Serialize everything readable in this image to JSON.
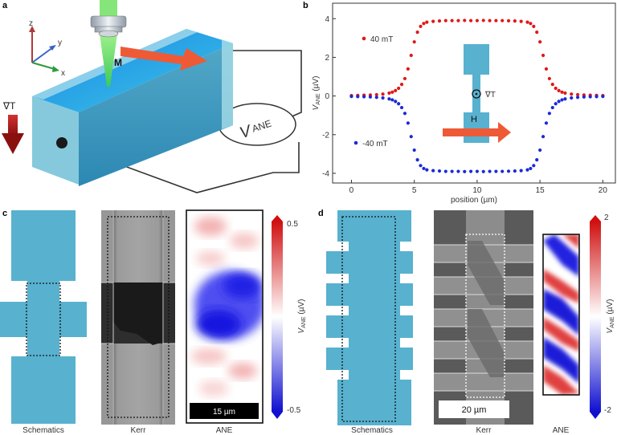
{
  "panel_a": {
    "label": "a",
    "axis_z": "z",
    "axis_y": "y",
    "axis_x": "x",
    "magnetization": "M",
    "gradient": "∇T",
    "voltmeter": "V",
    "voltmeter_sub": "ANE"
  },
  "panel_b": {
    "label": "b",
    "legend_pos": "40 mT",
    "legend_neg": "-40 mT",
    "inset_grad": "∇T",
    "inset_field": "H"
  },
  "panel_c": {
    "label": "c",
    "cap_schematics": "Schematics",
    "cap_kerr": "Kerr",
    "cap_ane": "ANE",
    "scalebar": "15 µm",
    "cb_max": "0.5",
    "cb_min": "-0.5",
    "cb_label": "V",
    "cb_label_sub": "ANE",
    "cb_label_unit": " (µV)"
  },
  "panel_d": {
    "label": "d",
    "cap_schematics": "Schematics",
    "cap_kerr": "Kerr",
    "cap_ane": "ANE",
    "scalebar": "20 µm",
    "cb_max": "2",
    "cb_min": "-2",
    "cb_label": "V",
    "cb_label_sub": "ANE",
    "cb_label_unit": " (µV)"
  },
  "colors": {
    "blue_device": "#58b1cf",
    "red_series": "#e01818",
    "blue_series": "#1a2ad6",
    "arrow_orange": "#ee5a36"
  },
  "chart_data": {
    "type": "scatter",
    "xlabel": "position (µm)",
    "ylabel": "V",
    "ylabel_sub": "ANE",
    "ylabel_unit": " (µV)",
    "xlim": [
      -1.5,
      21
    ],
    "ylim": [
      -4.5,
      4.8
    ],
    "xticks": [
      0,
      5,
      10,
      15,
      20
    ],
    "yticks": [
      -4,
      -2,
      0,
      2,
      4
    ],
    "grid": false,
    "legend": "left",
    "series": [
      {
        "name": "40 mT",
        "color": "#e01818",
        "x": [
          0,
          0.5,
          1,
          1.5,
          2,
          2.5,
          3,
          3.25,
          3.5,
          3.75,
          4,
          4.25,
          4.5,
          4.75,
          5,
          5.25,
          5.5,
          5.75,
          6,
          6.5,
          7,
          7.5,
          8,
          8.5,
          9,
          9.5,
          10,
          10.5,
          11,
          11.5,
          12,
          12.5,
          13,
          13.5,
          14,
          14.25,
          14.5,
          14.75,
          15,
          15.25,
          15.5,
          15.75,
          16,
          16.25,
          16.5,
          16.75,
          17,
          17.5,
          18,
          18.5,
          19,
          19.5,
          20
        ],
        "y": [
          0.02,
          0.03,
          0.04,
          0.05,
          0.07,
          0.1,
          0.15,
          0.2,
          0.28,
          0.4,
          0.6,
          0.9,
          1.4,
          2.1,
          2.8,
          3.3,
          3.6,
          3.75,
          3.82,
          3.86,
          3.88,
          3.9,
          3.9,
          3.9,
          3.91,
          3.9,
          3.9,
          3.91,
          3.9,
          3.9,
          3.9,
          3.89,
          3.88,
          3.86,
          3.82,
          3.75,
          3.6,
          3.3,
          2.8,
          2.1,
          1.4,
          0.9,
          0.6,
          0.4,
          0.28,
          0.2,
          0.15,
          0.1,
          0.07,
          0.05,
          0.04,
          0.03,
          0.02
        ]
      },
      {
        "name": "-40 mT",
        "color": "#1a2ad6",
        "x": [
          0,
          0.5,
          1,
          1.5,
          2,
          2.5,
          3,
          3.25,
          3.5,
          3.75,
          4,
          4.25,
          4.5,
          4.75,
          5,
          5.25,
          5.5,
          5.75,
          6,
          6.5,
          7,
          7.5,
          8,
          8.5,
          9,
          9.5,
          10,
          10.5,
          11,
          11.5,
          12,
          12.5,
          13,
          13.5,
          14,
          14.25,
          14.5,
          14.75,
          15,
          15.25,
          15.5,
          15.75,
          16,
          16.25,
          16.5,
          16.75,
          17,
          17.5,
          18,
          18.5,
          19,
          19.5,
          20
        ],
        "y": [
          -0.02,
          -0.03,
          -0.04,
          -0.05,
          -0.07,
          -0.1,
          -0.15,
          -0.2,
          -0.28,
          -0.4,
          -0.6,
          -0.9,
          -1.4,
          -2.1,
          -2.8,
          -3.3,
          -3.6,
          -3.75,
          -3.82,
          -3.86,
          -3.88,
          -3.9,
          -3.9,
          -3.9,
          -3.91,
          -3.9,
          -3.9,
          -3.91,
          -3.9,
          -3.9,
          -3.9,
          -3.89,
          -3.88,
          -3.86,
          -3.82,
          -3.75,
          -3.6,
          -3.3,
          -2.8,
          -2.1,
          -1.4,
          -0.9,
          -0.6,
          -0.4,
          -0.28,
          -0.2,
          -0.15,
          -0.1,
          -0.07,
          -0.05,
          -0.04,
          -0.03,
          -0.02
        ]
      }
    ]
  }
}
